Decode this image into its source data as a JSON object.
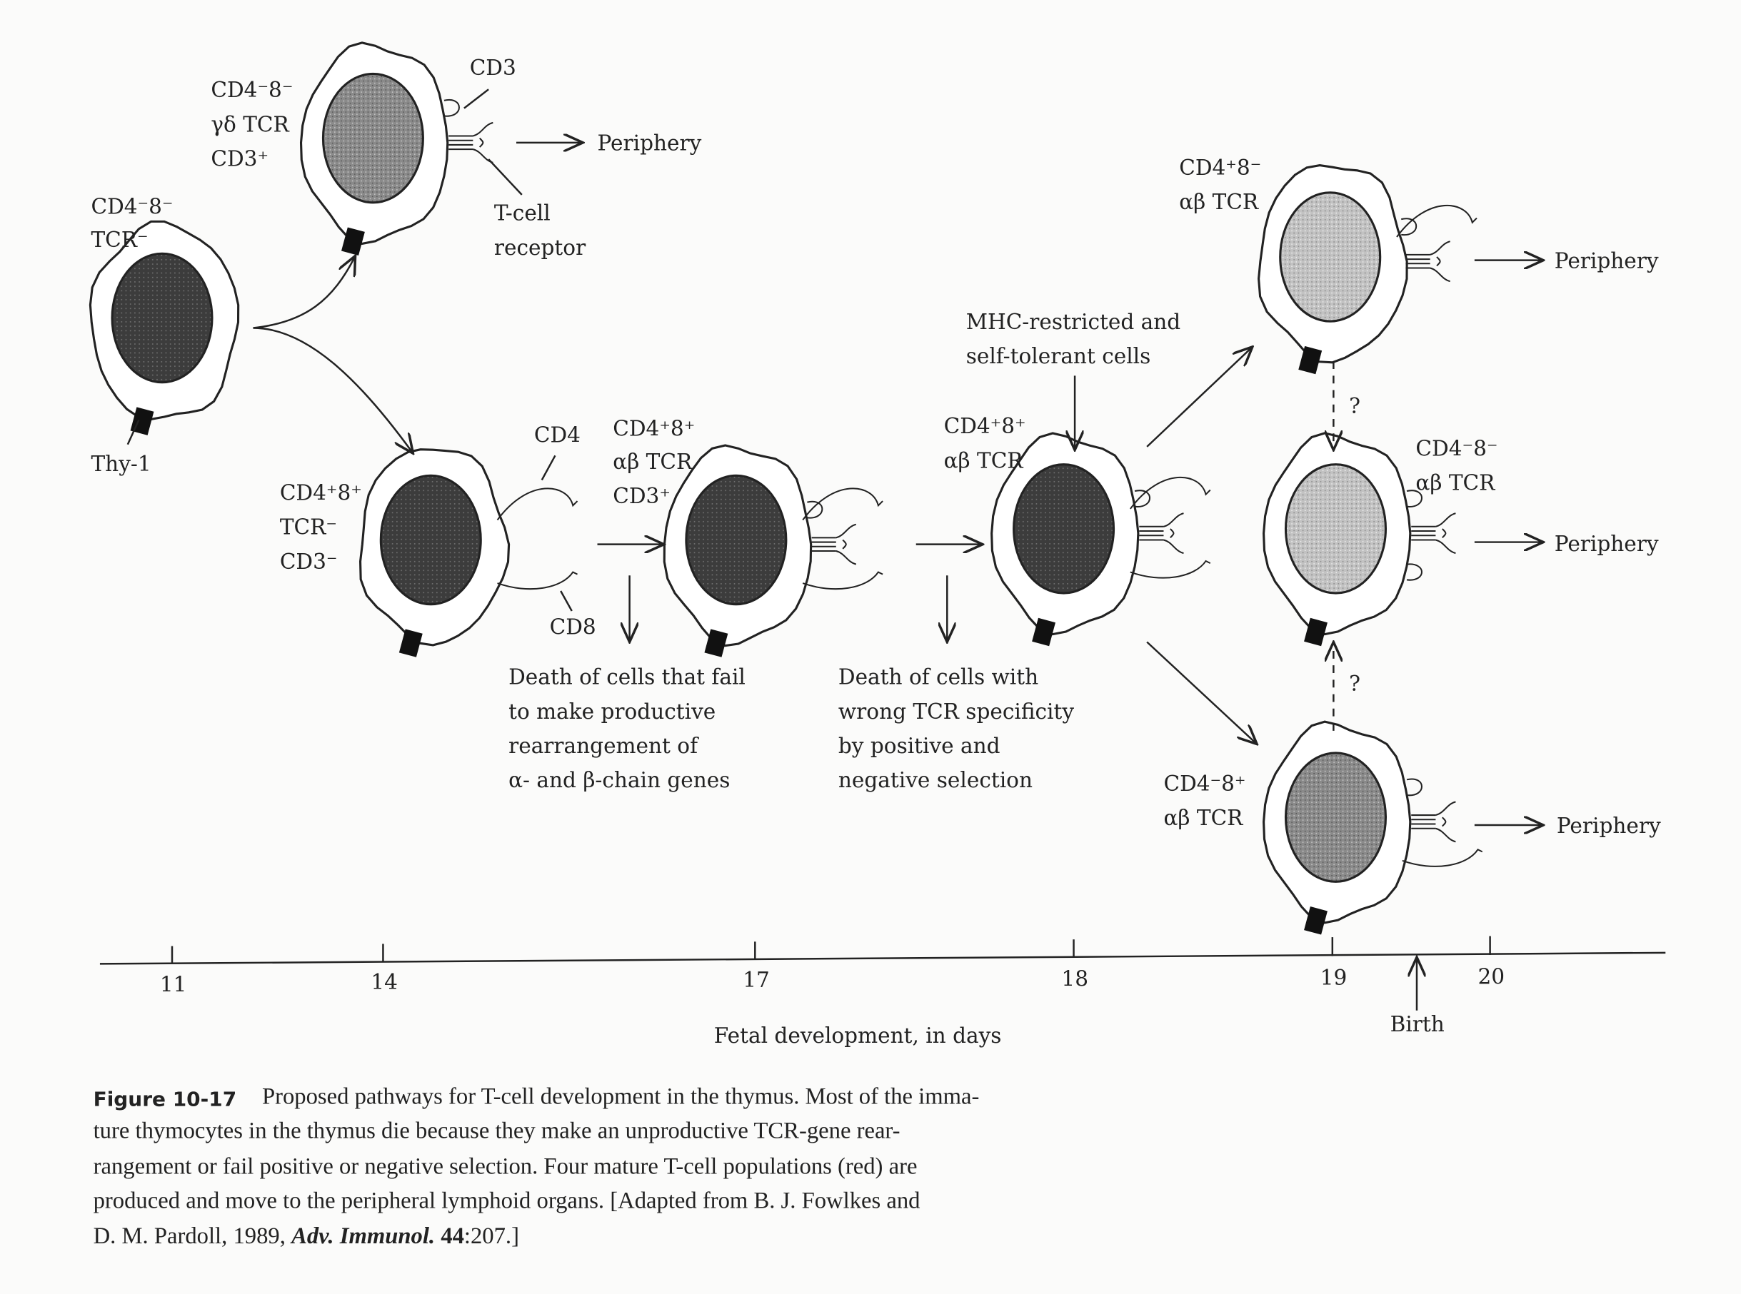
{
  "cells": {
    "early": {
      "label1": "CD4⁻8⁻",
      "label2": "TCR⁻",
      "marker": "Thy-1"
    },
    "gamma_delta": {
      "label1": "CD4⁻8⁻",
      "label2": "γδ TCR",
      "label3": "CD3⁺",
      "cd3": "CD3",
      "receptor1": "T-cell",
      "receptor2": "receptor",
      "dest": "Periphery"
    },
    "dp_tcr_neg": {
      "label1": "CD4⁺8⁺",
      "label2": "TCR⁻",
      "label3": "CD3⁻",
      "cd4": "CD4",
      "cd8": "CD8"
    },
    "dp_ab": {
      "label1": "CD4⁺8⁺",
      "label2": "αβ TCR",
      "label3": "CD3⁺"
    },
    "dp_ab_18": {
      "label1": "CD4⁺8⁺",
      "label2": "αβ TCR"
    },
    "cd4_single": {
      "label1": "CD4⁺8⁻",
      "label2": "αβ TCR",
      "dest": "Periphery"
    },
    "double_neg_ab": {
      "label1": "CD4⁻8⁻",
      "label2": "αβ TCR",
      "dest": "Periphery"
    },
    "cd8_single": {
      "label1": "CD4⁻8⁺",
      "label2": "αβ TCR",
      "dest": "Periphery"
    }
  },
  "annotations": {
    "mhc1": "MHC-restricted and",
    "mhc2": "self-tolerant cells",
    "death1": [
      "Death of cells that fail",
      "to make productive",
      "rearrangement of",
      "α- and β-chain genes"
    ],
    "death2": [
      "Death of cells with",
      "wrong TCR specificity",
      "by positive and",
      "negative selection"
    ],
    "q1": "?",
    "q2": "?"
  },
  "axis": {
    "ticks": [
      "11",
      "14",
      "17",
      "18",
      "19",
      "20"
    ],
    "label": "Fetal development, in days",
    "birth": "Birth"
  },
  "caption": {
    "fig": "Figure 10-17",
    "lines": [
      "Proposed pathways for T-cell development in the thymus. Most of the imma-",
      "ture thymocytes in the thymus die because they make an unproductive TCR-gene rear-",
      "rangement or fail positive or negative selection. Four mature T-cell populations (red) are",
      "produced and move to the peripheral lymphoid organs. [Adapted from B. J. Fowlkes and"
    ],
    "last_pre": "D. M. Pardoll, 1989,",
    "last_journal": "Adv. Immunol.",
    "last_vol": "44",
    "last_post": ":207.]"
  }
}
